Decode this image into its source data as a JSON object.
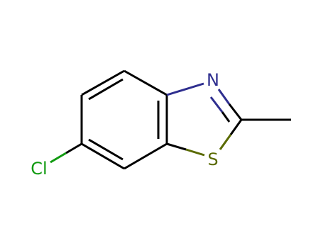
{
  "molecule": {
    "atoms": {
      "nitrogen": {
        "symbol": "N",
        "color": "#2e2e8f"
      },
      "sulfur": {
        "symbol": "S",
        "color": "#5a6a00"
      },
      "chlorine": {
        "symbol": "Cl",
        "color": "#109a10"
      }
    },
    "colors": {
      "carbon_bond": "#000000",
      "nitrogen_bond": "#2e2e8f",
      "sulfur_bond": "#5a6a00",
      "chlorine_bond": "#109a10"
    }
  }
}
